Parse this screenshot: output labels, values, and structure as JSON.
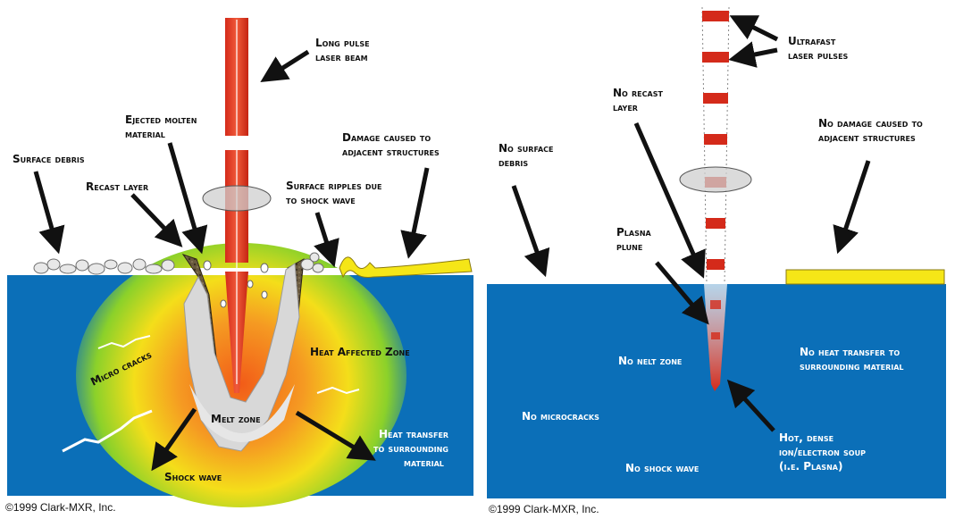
{
  "left_panel": {
    "labels": {
      "long_pulse_1": "Long pulse",
      "long_pulse_2": "laser beam",
      "ejected_1": "Ejected molten",
      "ejected_2": "material",
      "surface_debris": "Surface debris",
      "recast_layer": "Recast layer",
      "ripples_1": "Surface ripples due",
      "ripples_2": "to shock wave",
      "damage_1": "Damage caused to",
      "damage_2": "adjacent structures",
      "micro_cracks": "Micro cracks",
      "heat_affected_zone": "Heat Affected Zone",
      "melt_zone": "Melt zone",
      "shock_wave": "Shock wave",
      "heat_transfer_1": "Heat transfer",
      "heat_transfer_2": "to surrounding",
      "heat_transfer_3": "material"
    },
    "copyright": "©1999 Clark-MXR, Inc."
  },
  "right_panel": {
    "labels": {
      "ultrafast_1": "Ultrafast",
      "ultrafast_2": "laser pulses",
      "no_recast_1": "No recast",
      "no_recast_2": "layer",
      "no_damage_1": "No damage caused to",
      "no_damage_2": "adjacent structures",
      "no_debris_1": "No surface",
      "no_debris_2": "debris",
      "plasma_1": "Plasna",
      "plasma_2": "plune",
      "no_melt_zone": "No nelt zone",
      "no_heat_1": "No heat transfer to",
      "no_heat_2": "surrounding material",
      "no_microcracks": "No microcracks",
      "hot_1": "Hot, dense",
      "hot_2": "ion/electron soup",
      "hot_3": "(i.e. Plasna)",
      "no_shock_wave": "No shock wave"
    },
    "copyright": "©1999 Clark-MXR, Inc."
  },
  "colors": {
    "material_blue": "#0b6fb8",
    "beam_red": "#d42a1a",
    "damage_yellow": "#f5e617",
    "heat_center": "#f26b1d",
    "heat_mid": "#f4d31a",
    "heat_outer": "#66c82a"
  }
}
